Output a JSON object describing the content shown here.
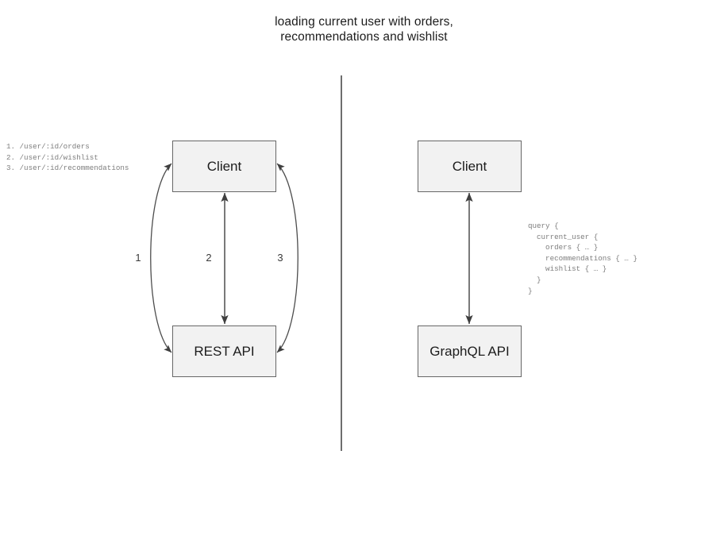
{
  "title": {
    "line1": "loading current user with orders,",
    "line2": "recommendations and wishlist"
  },
  "colors": {
    "node_fill": "#f2f2f2",
    "node_stroke": "#676767",
    "arrow_stroke": "#4d4d4d",
    "divider": "#6e6e6e",
    "code_text": "#7d7d7d",
    "title_text": "#1c1c1c",
    "background": "#ffffff"
  },
  "divider": {
    "orientation": "vertical",
    "label": "panel-separator"
  },
  "left_panel": {
    "name": "rest-approach",
    "nodes": [
      {
        "id": "client-rest",
        "label": "Client"
      },
      {
        "id": "rest-api",
        "label": "REST API"
      }
    ],
    "arrows": [
      {
        "id": "1",
        "label": "1",
        "shape": "curved-left",
        "heads": "both"
      },
      {
        "id": "2",
        "label": "2",
        "shape": "straight",
        "heads": "both"
      },
      {
        "id": "3",
        "label": "3",
        "shape": "curved-right",
        "heads": "both"
      }
    ],
    "endpoints": "1. /user/:id/orders\n2. /user/:id/wishlist\n3. /user/:id/recommendations"
  },
  "right_panel": {
    "name": "graphql-approach",
    "nodes": [
      {
        "id": "client-gql",
        "label": "Client"
      },
      {
        "id": "gql-api",
        "label": "GraphQL API"
      }
    ],
    "arrows": [
      {
        "id": "q",
        "label": "",
        "shape": "straight",
        "heads": "both"
      }
    ],
    "query": "query {\n  current_user {\n    orders { … }\n    recommendations { … }\n    wishlist { … }\n  }\n}"
  }
}
